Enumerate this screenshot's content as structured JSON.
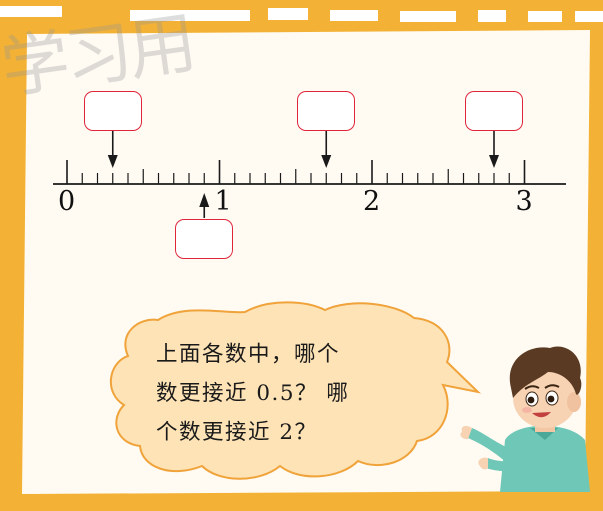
{
  "page": {
    "background_color": "#f3b235",
    "panel_color": "#fffbf3",
    "accent_color": "#e0253a",
    "speech_bubble_fill": "#fde3b6",
    "speech_bubble_stroke": "#f0a33a"
  },
  "watermark": {
    "text": "学习用"
  },
  "number_line": {
    "min": 0,
    "max": 3,
    "minor_divisions_per_unit": 10,
    "labels": [
      "0",
      "1",
      "2",
      "3"
    ],
    "markers": [
      {
        "value": 0.3,
        "direction": "down",
        "box_position": "above",
        "box_content": ""
      },
      {
        "value": 1.7,
        "direction": "down",
        "box_position": "above",
        "box_content": ""
      },
      {
        "value": 2.8,
        "direction": "down",
        "box_position": "above",
        "box_content": ""
      },
      {
        "value": 0.9,
        "direction": "up",
        "box_position": "below",
        "box_content": ""
      }
    ]
  },
  "speech_bubble": {
    "lines": [
      "上面各数中，哪个",
      "数更接近 0.5？ 哪",
      "个数更接近 2？"
    ]
  },
  "character": {
    "icon": "boy-pointing-icon"
  }
}
